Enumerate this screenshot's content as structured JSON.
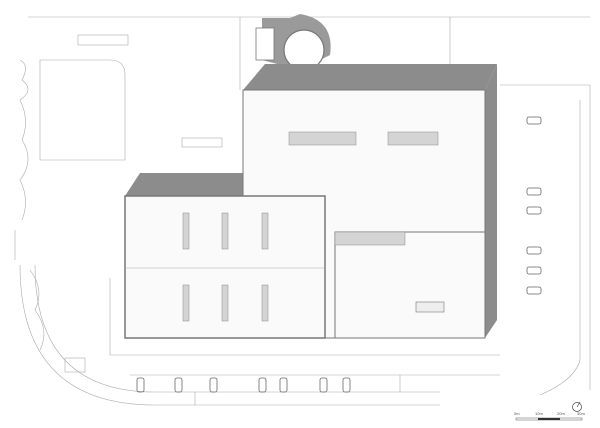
{
  "scale_bar": {
    "labels": [
      "0m",
      "10m",
      "20m",
      "30m"
    ]
  },
  "colors": {
    "roof_edge": "#8c8c8c",
    "roof": "#fafafa",
    "skylight": "#d4d4d4",
    "lines": "#aaaaaa"
  },
  "north_arrow": "north-arrow-icon"
}
